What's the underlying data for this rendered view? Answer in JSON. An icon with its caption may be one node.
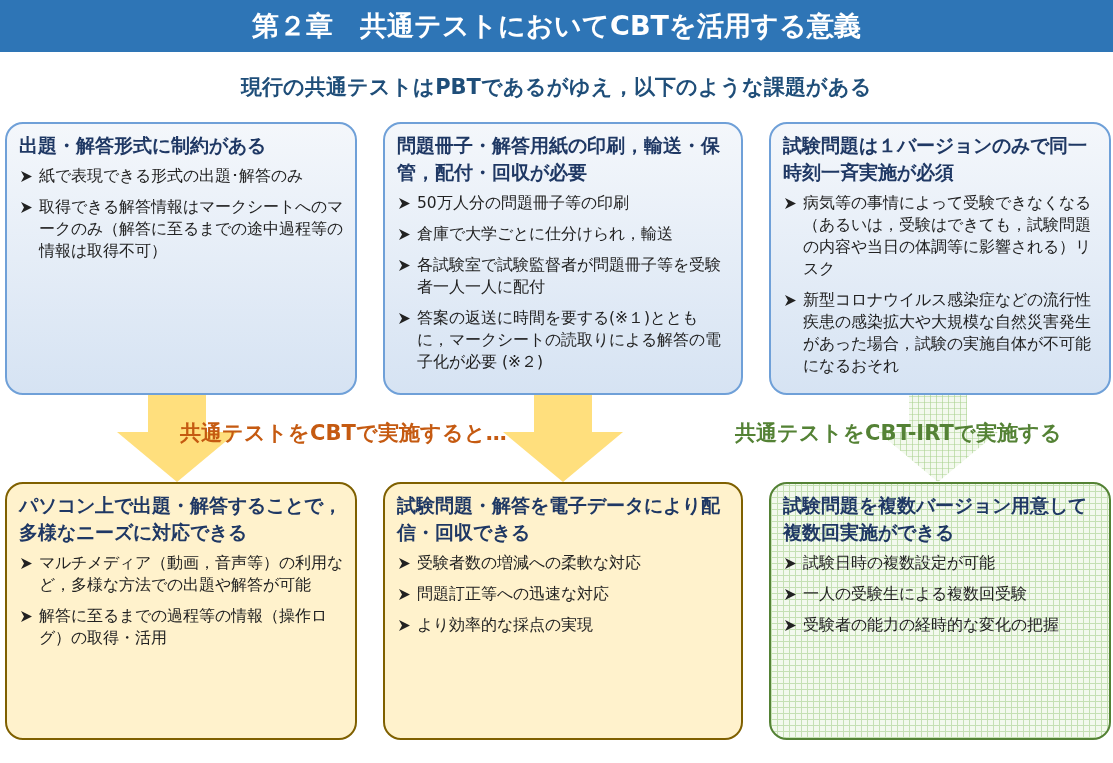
{
  "diagram": {
    "title": "第２章　共通テストにおいてCBTを活用する意義",
    "nodes": [
      {
        "text": [
          "出題・解答形式に制約がある",
          "紙で表現できる形式の出題･解答のみ",
          "取得できる解答情報はマークシートへのマークのみ（解答に至るまでの途中過程等の情報は取得不可）"
        ]
      },
      {
        "text": [
          "問題冊子・解答用紙の印刷，輸送・保管，配付・回収が必要",
          "50万人分の問題冊子等の印刷",
          "倉庫で大学ごとに仕分けられ，輸送",
          "各試験室で試験監督者が問題冊子等を受験者一人一人に配付",
          "答案の返送に時間を要する(※１)とともに，マークシートの読取りによる解答の電子化が必要 (※２)"
        ]
      },
      {
        "text": [
          "試験問題は１バージョンのみで同一時刻一斉実施が必須",
          "病気等の事情によって受験できなくなる（あるいは，受験はできても，試験問題の内容や当日の体調等に影響される）リスク",
          "新型コロナウイルス感染症などの流行性疾患の感染拡大や大規模な自然災害発生があった場合，試験の実施自体が不可能になるおそれ"
        ]
      },
      {
        "text": [
          "パソコン上で出題・解答することで，多様なニーズに対応できる",
          "マルチメディア（動画，音声等）の利用など，多様な方法での出題や解答が可能",
          "解答に至るまでの過程等の情報（操作ログ）の取得・活用"
        ]
      },
      {
        "text": [
          "試験問題・解答を電子データにより配信・回収できる",
          "受験者数の増減への柔軟な対応",
          "問題訂正等への迅速な対応",
          "より効率的な採点の実現"
        ]
      },
      {
        "text": [
          "試験問題を複数バージョン用意して複数回実施ができる",
          "試験日時の複数設定が可能",
          "一人の受験生による複数回受験",
          "受験者の能力の経時的な変化の把握"
        ]
      }
    ],
    "edges": [
      {
        "from": 0,
        "to": 3,
        "arrow": "to"
      },
      {
        "from": 1,
        "to": 4,
        "arrow": "to"
      },
      {
        "from": 2,
        "to": 5,
        "arrow": "to",
        "color": "#a9d18e"
      }
    ],
    "labels": [
      "現行の共通テストはPBTであるがゆえ，以下のような課題がある",
      "共通テストをCBTで実施すると…",
      "共通テストをCBT-IRTで実施する"
    ]
  }
}
